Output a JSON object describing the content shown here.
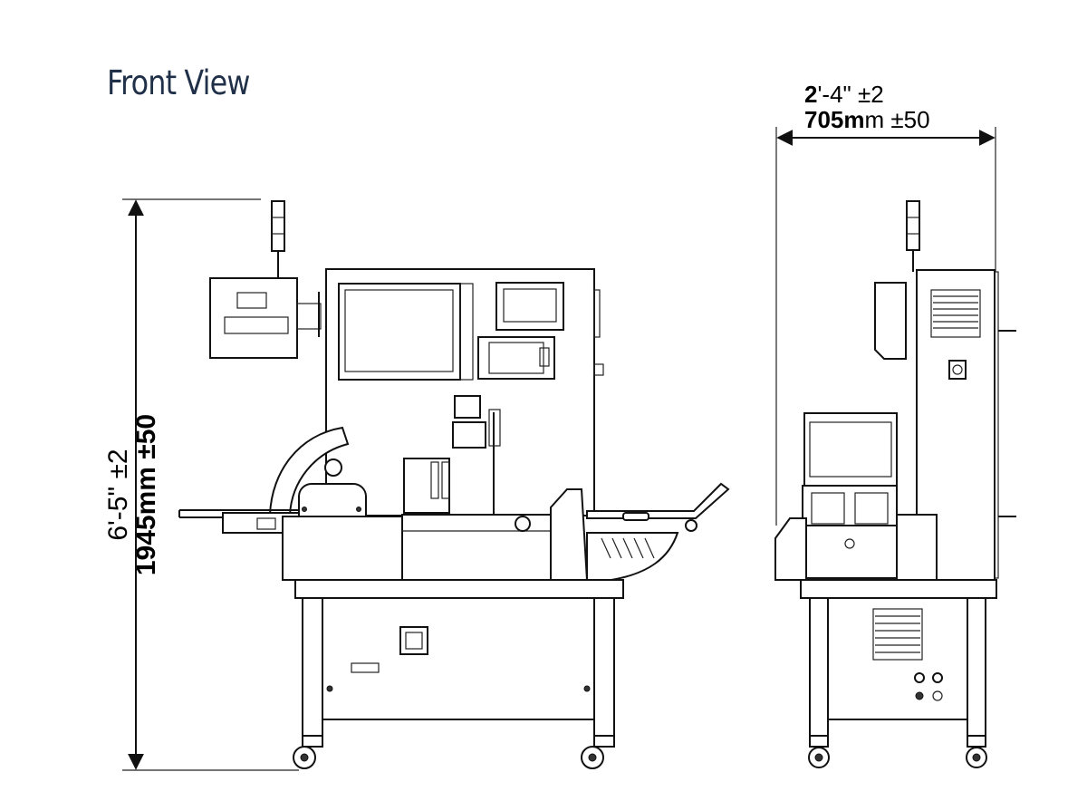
{
  "title": "Front View",
  "height_dimension": {
    "imperial": "6'-5\" ±2",
    "metric": "1945mm ±50"
  },
  "width_dimension": {
    "imperial_bold": "2",
    "imperial_rest": "'-4\" ±2",
    "metric_bold": "705m",
    "metric_rest": "m ±50"
  }
}
